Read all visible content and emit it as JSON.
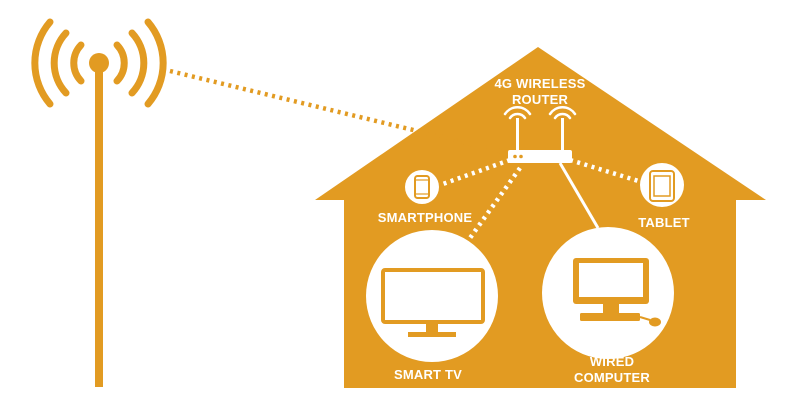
{
  "colors": {
    "accent": "#E29B22",
    "foreground": "#ffffff",
    "background": "#ffffff"
  },
  "labels": {
    "router_line1": "4G WIRELESS",
    "router_line2": "ROUTER",
    "smartphone": "SMARTPHONE",
    "tablet": "TABLET",
    "smart_tv": "SMART TV",
    "computer_line1": "WIRED",
    "computer_line2": "COMPUTER"
  },
  "icons": {
    "tower": "cell-tower-icon",
    "router": "wireless-router-icon",
    "smartphone": "smartphone-icon",
    "tablet": "tablet-icon",
    "tv": "tv-icon",
    "computer": "desktop-computer-icon"
  }
}
